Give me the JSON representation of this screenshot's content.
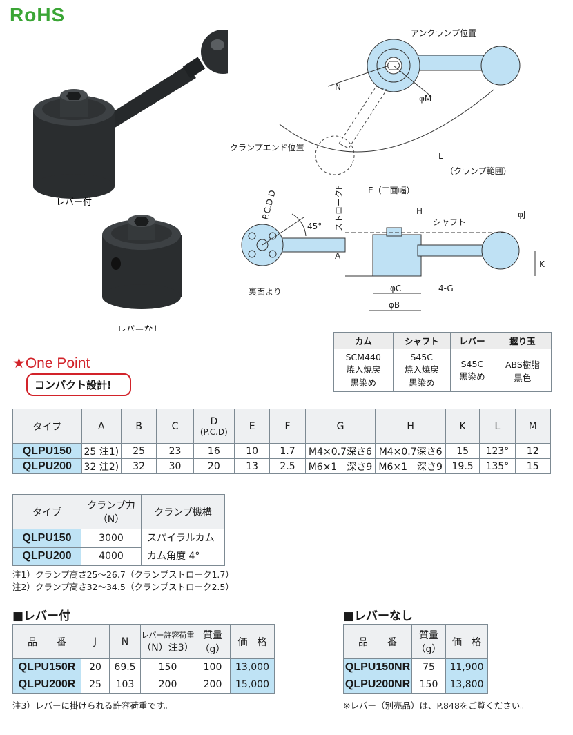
{
  "logo": {
    "text": "RoHS"
  },
  "photos": {
    "lever_label": "レバー付",
    "nolever_label": "レバーなし"
  },
  "diagram": {
    "labels": {
      "unclamp_position": "アンクランプ位置",
      "n": "N",
      "phi_m": "φM",
      "clamp_end_position": "クランプエンド位置",
      "l": "L",
      "clamp_range": "（クランプ範囲）",
      "pcd_d": "P.C.D D",
      "angle_45": "45°",
      "stroke_f": "ストロークF",
      "e_width": "E（二面幅）",
      "h": "H",
      "shaft": "シャフト",
      "phi_j": "φJ",
      "a": "A",
      "k": "K",
      "g4": "4-G",
      "phi_c": "φC",
      "phi_b": "φB",
      "back_view": "裏面より"
    }
  },
  "materials": {
    "headers": [
      "カム",
      "シャフト",
      "レバー",
      "握り玉"
    ],
    "cells": [
      [
        "SCM440",
        "焼入焼戻",
        "黒染め"
      ],
      [
        "S45C",
        "焼入焼戻",
        "黒染め"
      ],
      [
        "S45C",
        "黒染め"
      ],
      [
        "ABS樹脂",
        "黒色"
      ]
    ]
  },
  "onepoint": {
    "star": "★",
    "title": "One Point",
    "text": "コンパクト設計!"
  },
  "spec_table": {
    "headers": [
      "タイプ",
      "A",
      "B",
      "C",
      "D",
      "(P.C.D)",
      "E",
      "F",
      "G",
      "H",
      "K",
      "L",
      "M"
    ],
    "rows": [
      [
        "QLPU150",
        "25 注1)",
        "25",
        "23",
        "16",
        "10",
        "1.7",
        "M4×0.7深さ6",
        "M4×0.7深さ6",
        "15",
        "123°",
        "12"
      ],
      [
        "QLPU200",
        "32 注2)",
        "32",
        "30",
        "20",
        "13",
        "2.5",
        "M6×1　深さ9",
        "M6×1　深さ9",
        "19.5",
        "135°",
        "15"
      ]
    ]
  },
  "clamp_table": {
    "headers": [
      "タイプ",
      "クランプ力",
      "（N）",
      "クランプ機構"
    ],
    "rows": [
      [
        "QLPU150",
        "3000",
        "スパイラルカム"
      ],
      [
        "QLPU200",
        "4000",
        "カム角度  4°"
      ]
    ],
    "notes": [
      "注1）クランプ高さ25～26.7（クランプストローク1.7）",
      "注2）クランプ高さ32～34.5（クランプストローク2.5）"
    ]
  },
  "lever_table": {
    "title": "■レバー付",
    "headers": [
      "品　　番",
      "J",
      "N",
      "レバー許容荷重",
      "（N）注3）",
      "質量",
      "（g）",
      "価　格"
    ],
    "rows": [
      [
        "QLPU150R",
        "20",
        "69.5",
        "150",
        "100",
        "13,000"
      ],
      [
        "QLPU200R",
        "25",
        "103",
        "200",
        "200",
        "15,000"
      ]
    ],
    "note": "注3）レバーに掛けられる許容荷重です。"
  },
  "nolever_table": {
    "title": "■レバーなし",
    "headers": [
      "品　　番",
      "質量",
      "（g）",
      "価　格"
    ],
    "rows": [
      [
        "QLPU150NR",
        "75",
        "11,900"
      ],
      [
        "QLPU200NR",
        "150",
        "13,800"
      ]
    ],
    "note": "※レバー（別売品）は、P.848をご覧ください。"
  },
  "colors": {
    "rohs_green": "#3aa535",
    "accent_red": "#d2232a",
    "highlight_blue": "#bfe3f5",
    "part_blue": "#bfe1f4"
  }
}
